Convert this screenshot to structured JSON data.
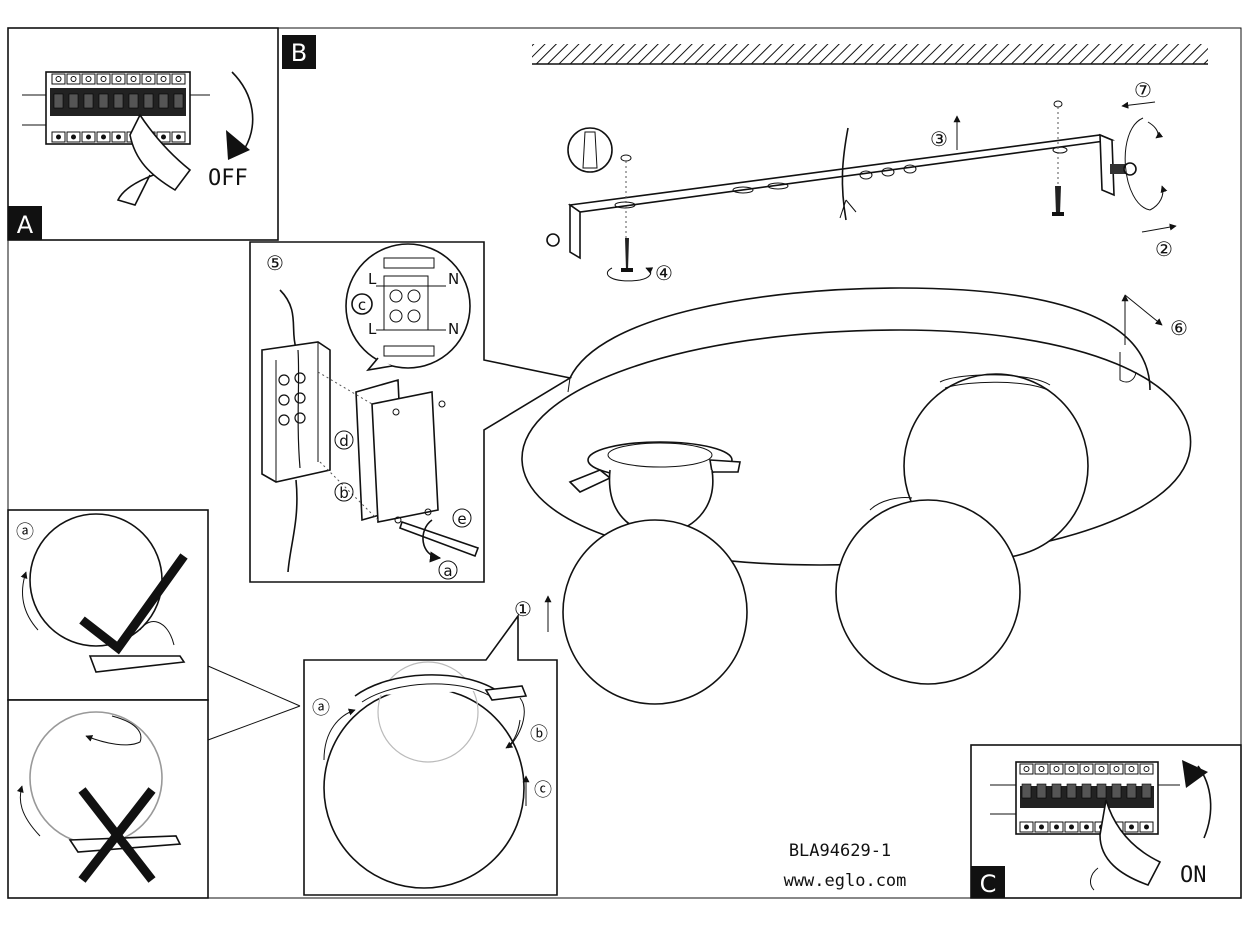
{
  "panels": {
    "a": {
      "letter": "A",
      "label": "OFF"
    },
    "b": {
      "letter": "B"
    },
    "c": {
      "letter": "C",
      "label": "ON"
    }
  },
  "callouts": {
    "wiring": {
      "step": "⑤",
      "sub_c": "c",
      "sub_d": "d",
      "sub_b": "b",
      "sub_e": "e",
      "sub_a": "a",
      "live_top": "L",
      "neutral_top": "N",
      "live_bottom": "L",
      "neutral_bottom": "N"
    },
    "correct": {
      "sub": "ⓐ"
    },
    "globe": {
      "step": "①",
      "sub_a": "ⓐ",
      "sub_b": "ⓑ",
      "sub_c": "ⓒ"
    }
  },
  "steps": {
    "s2": "②",
    "s3": "③",
    "s4": "④",
    "s6": "⑥",
    "s7": "⑦"
  },
  "footer": {
    "code": "BLA94629-1",
    "website": "www.eglo.com"
  }
}
